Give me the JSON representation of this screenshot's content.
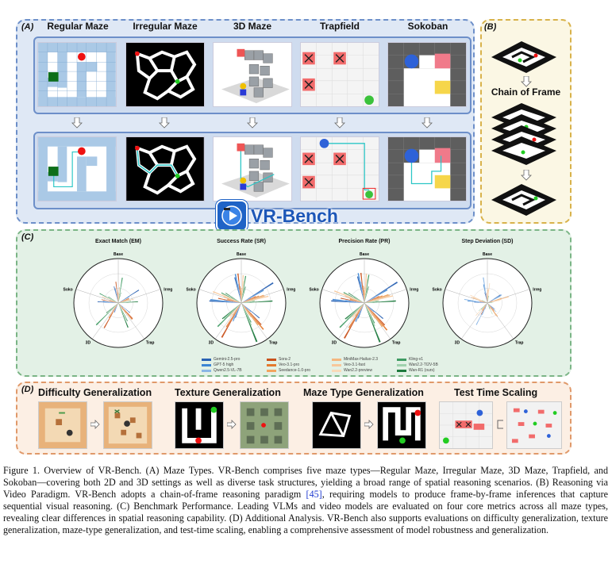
{
  "panel_a": {
    "tag": "(A)",
    "maze_types": [
      "Regular Maze",
      "Irregular Maze",
      "3D Maze",
      "Trapfield",
      "Sokoban"
    ]
  },
  "panel_b": {
    "tag": "(B)",
    "title": "Chain of Frame"
  },
  "logo": {
    "text": "VR-Bench"
  },
  "panel_c": {
    "tag": "(C)"
  },
  "panel_d": {
    "tag": "(D)",
    "sections": [
      "Difficulty Generalization",
      "Texture Generalization",
      "Maze Type Generalization",
      "Test Time Scaling"
    ]
  },
  "chart_data": [
    {
      "type": "radar",
      "title": "Exact Match (EM)",
      "axes": [
        "Base",
        "Irreg",
        "Trap",
        "3D",
        "Soko"
      ],
      "grid": true
    },
    {
      "type": "radar",
      "title": "Success Rate (SR)",
      "axes": [
        "Base",
        "Irreg",
        "Trap",
        "3D",
        "Soko"
      ],
      "grid": true
    },
    {
      "type": "radar",
      "title": "Precision Rate (PR)",
      "axes": [
        "Base",
        "Irreg",
        "Trap",
        "3D",
        "Soko"
      ],
      "grid": true
    },
    {
      "type": "radar",
      "title": "Step Deviation (SD)",
      "axes": [
        "Base",
        "Irreg",
        "Trap",
        "3D",
        "Soko"
      ],
      "grid": true
    }
  ],
  "legend": [
    {
      "name": "Gemini-2.5-pro",
      "color": "#2a62b3"
    },
    {
      "name": "GPT-5 high",
      "color": "#3d86d4"
    },
    {
      "name": "Qwen2.5-VL-7B",
      "color": "#8ab6e6"
    },
    {
      "name": "Sora-2",
      "color": "#c9521c"
    },
    {
      "name": "Veo-3.1-pro",
      "color": "#e47a2e"
    },
    {
      "name": "Seedance-1.0-pro",
      "color": "#f2a45f"
    },
    {
      "name": "MiniMax-Hailuo-2.3",
      "color": "#f4b77f"
    },
    {
      "name": "Veo-3.1-fast",
      "color": "#f7c89b"
    },
    {
      "name": "Wan2.2-preview",
      "color": "#f9dab9"
    },
    {
      "name": "Kling-v1",
      "color": "#3f9b63"
    },
    {
      "name": "Wan2.2-TI2V-5B",
      "color": "#9fd1ad"
    },
    {
      "name": "Wan-R1 (ours)",
      "color": "#1e7a3e"
    }
  ],
  "caption": {
    "part1": "Figure 1. Overview of VR-Bench. (A) Maze Types. VR-Bench comprises five maze types—Regular Maze, Irregular Maze, 3D Maze, Trapfield, and Sokoban—covering both 2D and 3D settings as well as diverse task structures, yielding a broad range of spatial reasoning scenarios. (B) Reasoning via Video Paradigm. VR-Bench adopts a chain-of-frame reasoning paradigm ",
    "cite": "[45]",
    "part2": ", requiring models to produce frame-by-frame inferences that capture sequential visual reasoning. (C) Benchmark Performance. Leading VLMs and video models are evaluated on four core metrics across all maze types, revealing clear differences in spatial reasoning capability. (D) Additional Analysis. VR-Bench also supports evaluations on difficulty generalization, texture generalization, maze-type generalization, and test-time scaling, enabling a comprehensive assessment of model robustness and generalization."
  }
}
